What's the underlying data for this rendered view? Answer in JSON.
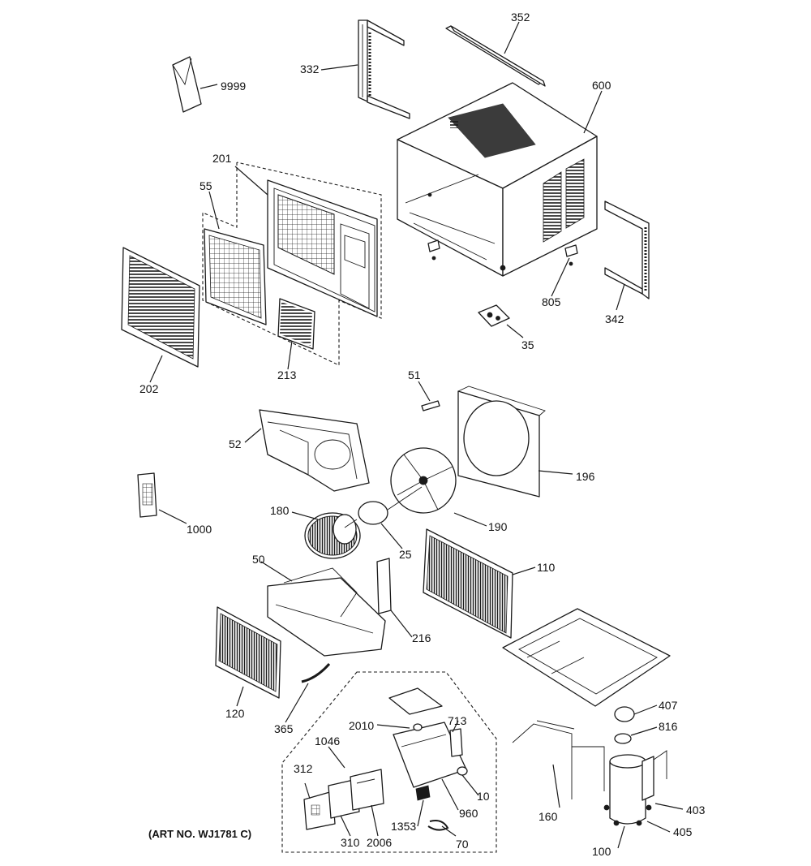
{
  "diagram": {
    "art_number": "(ART NO. WJ1781 C)",
    "callouts": {
      "p9999": "9999",
      "p332": "332",
      "p352": "352",
      "p600": "600",
      "p201": "201",
      "p55": "55",
      "p202": "202",
      "p213": "213",
      "p805": "805",
      "p342": "342",
      "p35": "35",
      "p51": "51",
      "p52": "52",
      "p196": "196",
      "p1000": "1000",
      "p180": "180",
      "p190": "190",
      "p25": "25",
      "p50": "50",
      "p110": "110",
      "p216": "216",
      "p120": "120",
      "p365": "365",
      "p2010": "2010",
      "p713": "713",
      "p1046": "1046",
      "p312": "312",
      "p10": "10",
      "p960": "960",
      "p1353": "1353",
      "p310": "310",
      "p2006": "2006",
      "p70": "70",
      "p407": "407",
      "p816": "816",
      "p160": "160",
      "p403": "403",
      "p405": "405",
      "p100": "100"
    }
  }
}
